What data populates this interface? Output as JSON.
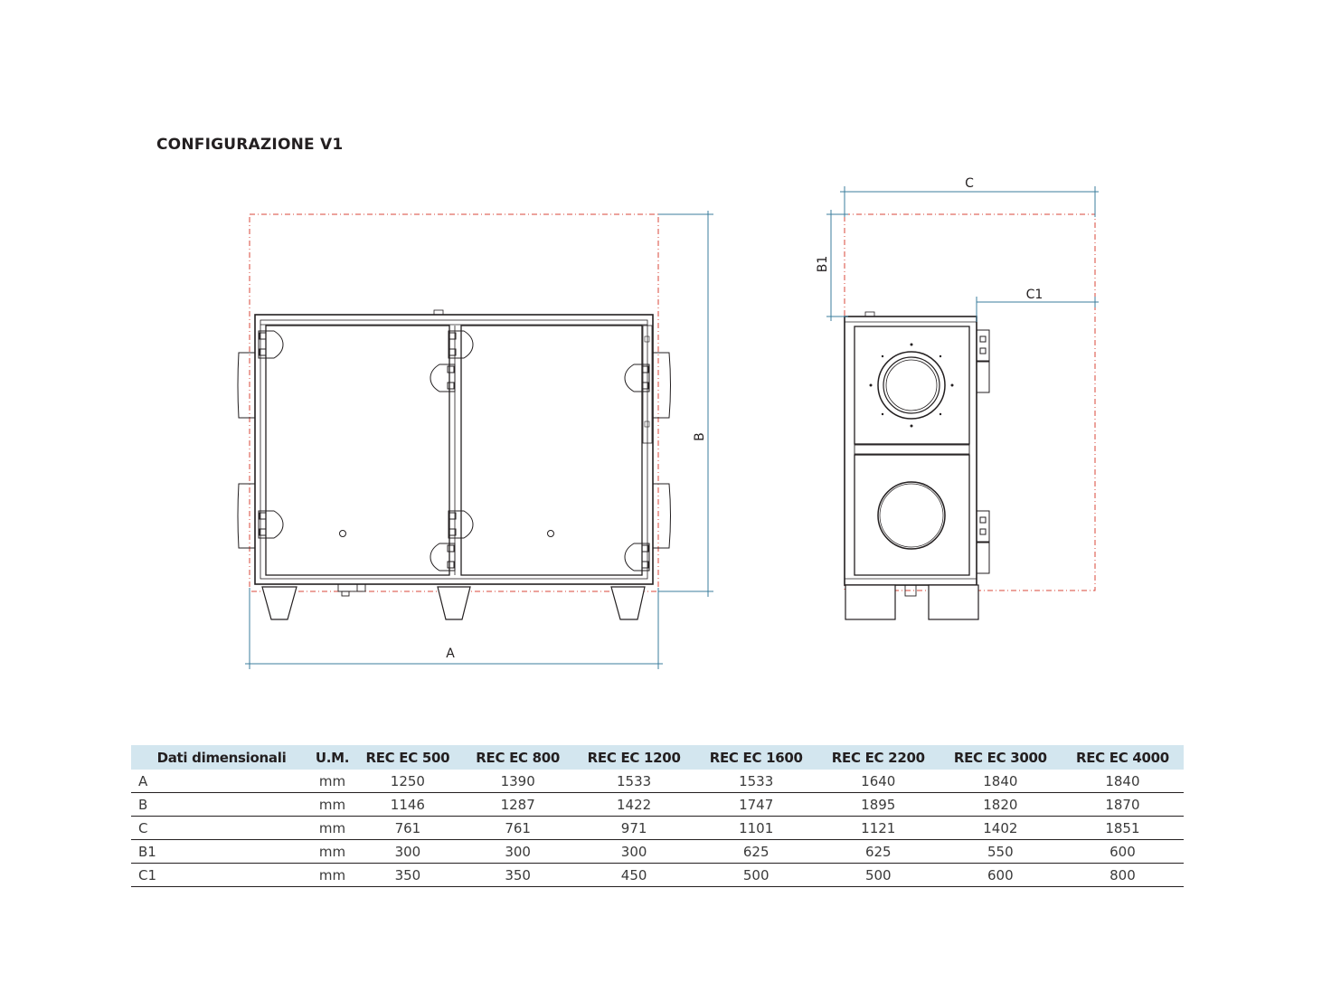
{
  "title": "CONFIGURAZIONE V1",
  "drawing_labels": {
    "front_width": "A",
    "front_height": "B",
    "side_width": "C",
    "side_top": "B1",
    "side_offset": "C1"
  },
  "colors": {
    "dimension_line": "#3b7d9c",
    "envelope_dashed": "#d9473a",
    "outline": "#231f20",
    "table_header_bg": "#d3e6ef"
  },
  "table": {
    "headers": [
      "Dati dimensionali",
      "U.M.",
      "REC EC 500",
      "REC EC 800",
      "REC EC 1200",
      "REC EC 1600",
      "REC EC 2200",
      "REC EC 3000",
      "REC EC 4000"
    ],
    "rows": [
      [
        "A",
        "mm",
        "1250",
        "1390",
        "1533",
        "1533",
        "1640",
        "1840",
        "1840"
      ],
      [
        "B",
        "mm",
        "1146",
        "1287",
        "1422",
        "1747",
        "1895",
        "1820",
        "1870"
      ],
      [
        "C",
        "mm",
        "761",
        "761",
        "971",
        "1101",
        "1121",
        "1402",
        "1851"
      ],
      [
        "B1",
        "mm",
        "300",
        "300",
        "300",
        "625",
        "625",
        "550",
        "600"
      ],
      [
        "C1",
        "mm",
        "350",
        "350",
        "450",
        "500",
        "500",
        "600",
        "800"
      ]
    ]
  }
}
